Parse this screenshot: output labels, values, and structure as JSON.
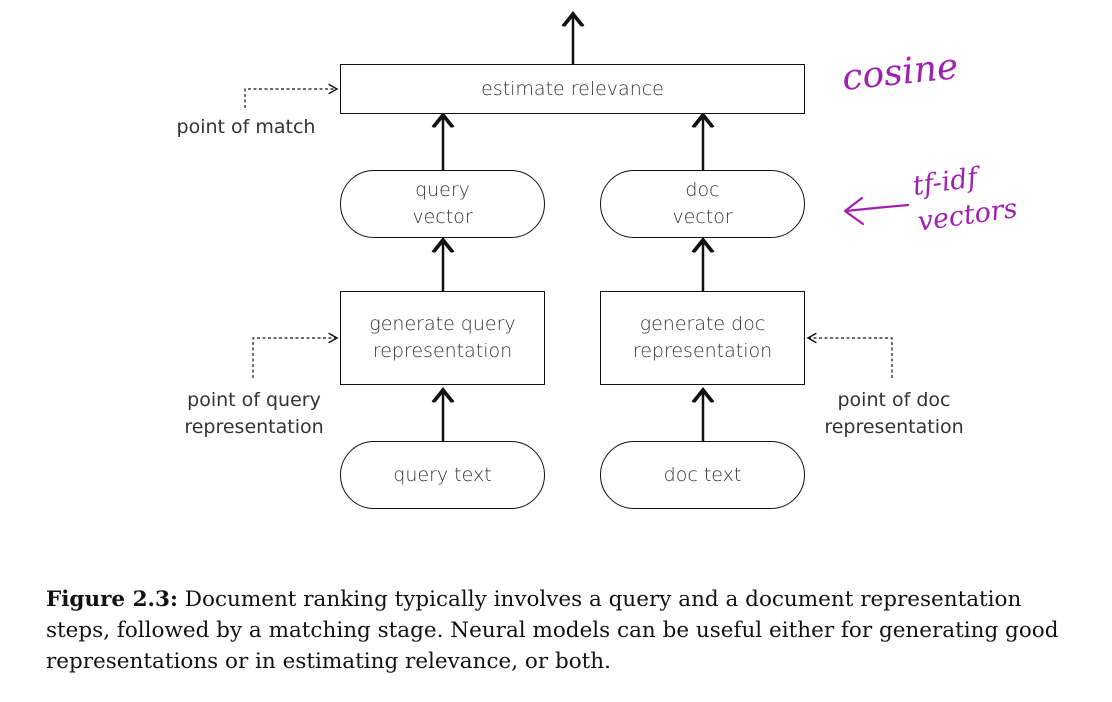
{
  "diagram": {
    "nodes": {
      "estimate_relevance": "estimate relevance",
      "query_vector": "query\nvector",
      "doc_vector": "doc\nvector",
      "generate_query": "generate query\nrepresentation",
      "generate_doc": "generate doc\nrepresentation",
      "query_text": "query text",
      "doc_text": "doc text"
    },
    "side_labels": {
      "point_of_match": "point of match",
      "point_of_query": "point of query\nrepresentation",
      "point_of_doc": "point of doc\nrepresentation"
    },
    "annotations": {
      "cosine": "cosine",
      "tfidf": "tf-idf\nvectors",
      "arrow_icon": "left-arrow-icon",
      "color": "#a020b0"
    }
  },
  "caption": {
    "label": "Figure 2.3:",
    "text": "Document ranking typically involves a query and a document representation steps, followed by a matching stage. Neural models can be useful either for generating good representations or in estimating relevance, or both."
  }
}
